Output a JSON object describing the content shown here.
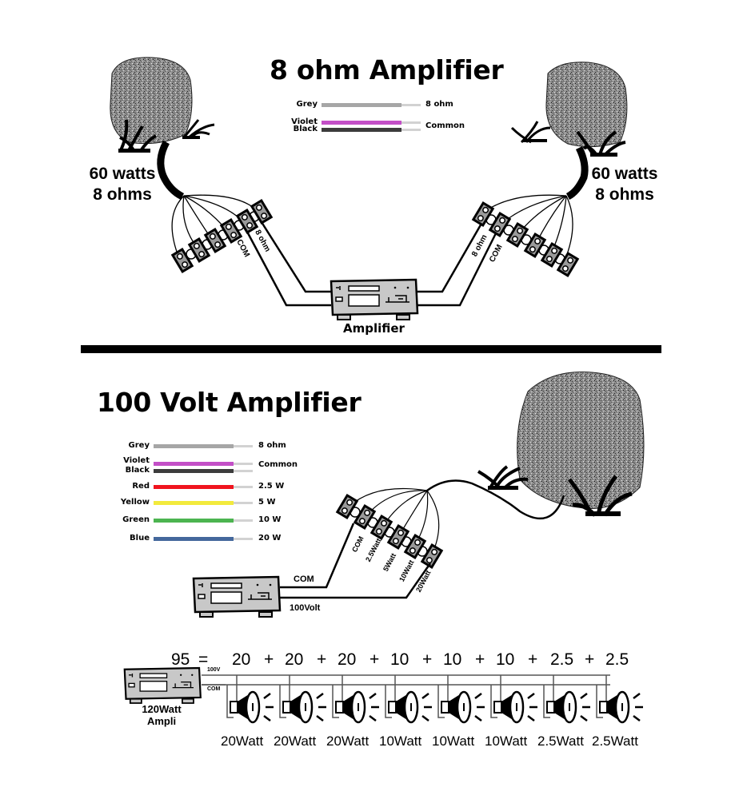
{
  "top_section": {
    "title": "8 ohm Amplifier",
    "legend": [
      {
        "label": "Grey",
        "color": "#a6a6a6",
        "value": "8 ohm"
      },
      {
        "label": "Violet",
        "color": "#c34fc7",
        "value": "Common"
      },
      {
        "label": "Black",
        "color": "#3c3c3c",
        "value": ""
      }
    ],
    "left_speaker": {
      "line1": "60 watts",
      "line2": "8 ohms",
      "wire_labels": [
        "COM",
        "8 ohm"
      ]
    },
    "right_speaker": {
      "line1": "60 watts",
      "line2": "8 ohms",
      "wire_labels": [
        "8 ohm",
        "COM"
      ]
    },
    "amplifier_label": "Amplifier"
  },
  "bottom_section": {
    "title": "100 Volt Amplifier",
    "legend": [
      {
        "label": "Grey",
        "color": "#a6a6a6",
        "value": "8 ohm"
      },
      {
        "label": "Violet",
        "color": "#c34fc7",
        "value": "Common"
      },
      {
        "label": "Black",
        "color": "#3c3c3c",
        "value": ""
      },
      {
        "label": "Red",
        "color": "#f0141e",
        "value": "2.5 W"
      },
      {
        "label": "Yellow",
        "color": "#f2ea3c",
        "value": "5 W"
      },
      {
        "label": "Green",
        "color": "#4cb450",
        "value": "10 W"
      },
      {
        "label": "Blue",
        "color": "#44689c",
        "value": "20 W"
      }
    ],
    "tap_labels": [
      "COM",
      "2.5Watt",
      "5Watt",
      "10Watt",
      "20Watt"
    ],
    "amp_wire_labels": {
      "com": "COM",
      "hot": "100Volt"
    }
  },
  "equation": {
    "total": "95",
    "equals": "=",
    "terms": [
      "20",
      "20",
      "20",
      "10",
      "10",
      "10",
      "2.5",
      "2.5"
    ],
    "plus": "+",
    "bus_labels": {
      "hot": "100V",
      "com": "COM"
    },
    "amp_caption": [
      "120Watt",
      "Ampli"
    ],
    "speaker_ratings": [
      "20Watt",
      "20Watt",
      "20Watt",
      "10Watt",
      "10Watt",
      "10Watt",
      "2.5Watt",
      "2.5Watt"
    ]
  },
  "colors": {
    "wire_inactive": "#d2d2d2",
    "amp_body": "#c8c8c8",
    "rock": "#8a8a8a",
    "divider": "#000000"
  }
}
